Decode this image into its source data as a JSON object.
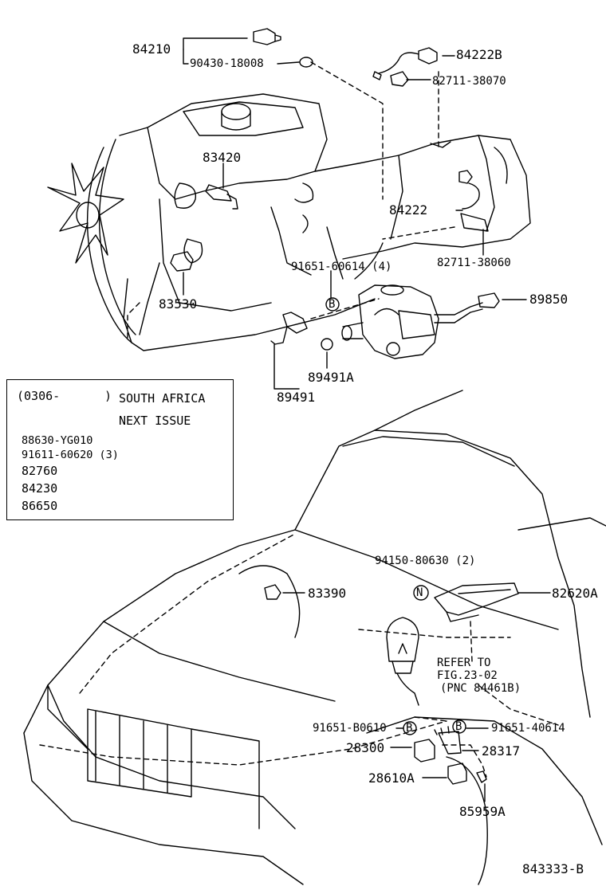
{
  "callouts": {
    "p84210": "84210",
    "p90430": "90430-18008",
    "p84222B": "84222B",
    "p82711_38070": "82711-38070",
    "p83420": "83420",
    "p84222": "84222",
    "p82711_38060": "82711-38060",
    "p91651_60614": "91651-60614 (4)",
    "p83530": "83530",
    "p89850": "89850",
    "p89491A": "89491A",
    "p89491": "89491",
    "p94150": "94150-80630 (2)",
    "p82620A": "82620A",
    "p83390": "83390",
    "refer_line1": "REFER TO",
    "refer_line2": "FIG.23-02",
    "refer_line3": "(PNC 84461B)",
    "p91651_B0610": "91651-B0610",
    "p91651_40614": "91651-40614",
    "p28300": "28300",
    "p28317": "28317",
    "p28610A": "28610A",
    "p85959A": "85959A"
  },
  "markers": {
    "bolt_b": "B",
    "nut_n": "N"
  },
  "inset": {
    "date": "(0306-",
    "date_close": ")",
    "region": "SOUTH AFRICA",
    "note": "NEXT ISSUE",
    "parts": [
      "88630-YG010",
      "91611-60620 (3)",
      "82760",
      "84230",
      "86650"
    ]
  },
  "figure_id": "843333-B"
}
